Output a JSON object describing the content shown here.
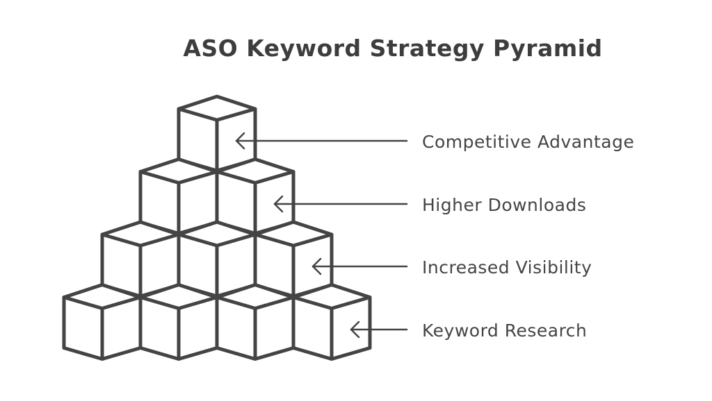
{
  "title": "ASO Keyword Strategy Pyramid",
  "levels": [
    {
      "label": "Competitive Advantage"
    },
    {
      "label": "Higher Downloads"
    },
    {
      "label": "Increased Visibility"
    },
    {
      "label": "Keyword Research"
    }
  ],
  "colors": {
    "stroke": "#444444",
    "text": "#444444",
    "background": "#ffffff"
  }
}
